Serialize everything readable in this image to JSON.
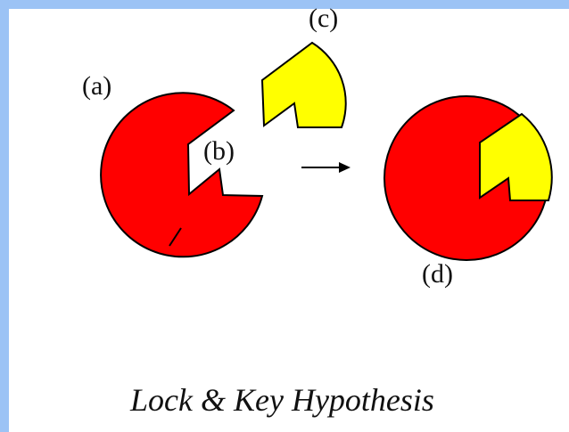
{
  "labels": {
    "a": "(a)",
    "b": "(b)",
    "c": "(c)",
    "d": "(d)"
  },
  "caption": "Lock & Key Hypothesis",
  "colors": {
    "enzyme": "#ff0000",
    "substrate": "#ffff00",
    "outline": "#000000",
    "frame": "#9cc3f5",
    "background": "#ffffff"
  },
  "arrow": "right-arrow"
}
